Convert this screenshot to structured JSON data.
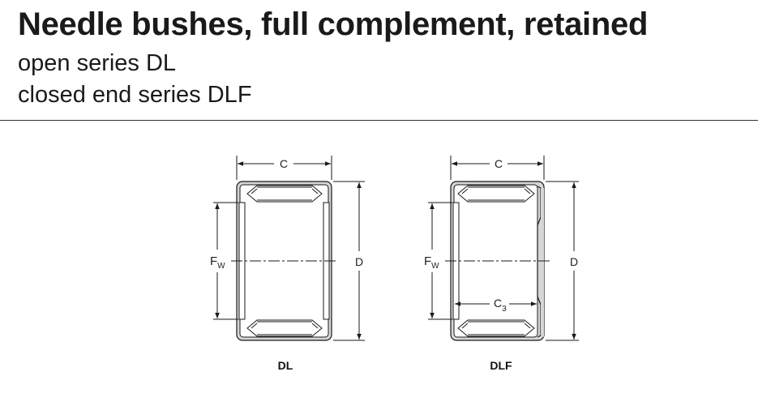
{
  "header": {
    "title": "Needle bushes, full complement, retained",
    "subtitle_1": "open series DL",
    "subtitle_2": "closed end series DLF"
  },
  "figures": {
    "dl": {
      "caption": "DL",
      "dim_c": "C",
      "dim_fw_main": "F",
      "dim_fw_sub": "W",
      "dim_d": "D"
    },
    "dlf": {
      "caption": "DLF",
      "dim_c": "C",
      "dim_fw_main": "F",
      "dim_fw_sub": "W",
      "dim_d": "D",
      "dim_c3_main": "C",
      "dim_c3_sub": "3"
    }
  },
  "colors": {
    "shell_fill": "#d6d6d6",
    "line": "#1a1a1a"
  }
}
